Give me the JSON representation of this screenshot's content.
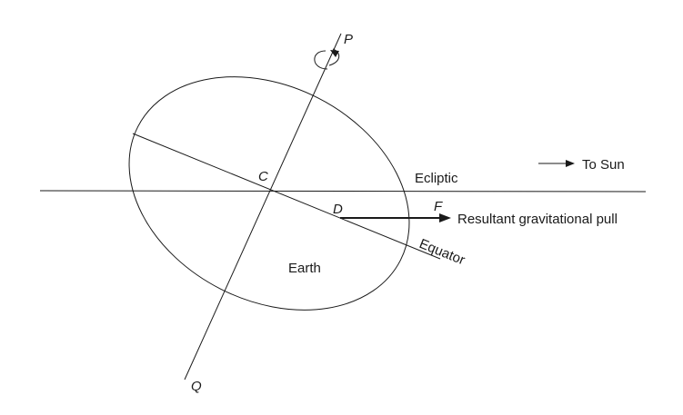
{
  "labels": {
    "P": "P",
    "Q": "Q",
    "C": "C",
    "D": "D",
    "F": "F",
    "ecliptic": "Ecliptic",
    "to_sun": "To Sun",
    "resultant": "Resultant gravitational pull",
    "equator": "Equator",
    "earth": "Earth"
  },
  "colors": {
    "ink": "#1a1a1a",
    "background": "#ffffff"
  }
}
